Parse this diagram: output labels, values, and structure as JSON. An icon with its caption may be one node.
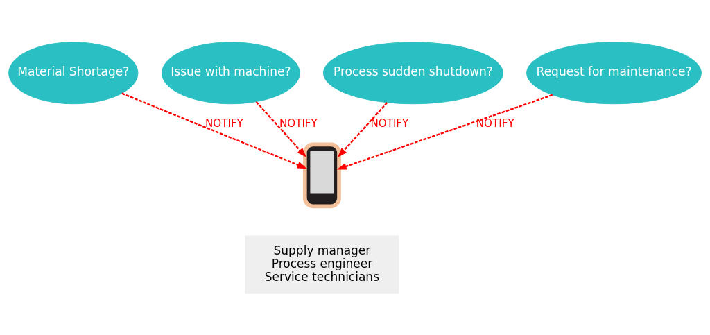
{
  "diagram": {
    "nodes": [
      {
        "text": [
          "Material Shortage?"
        ]
      },
      {
        "text": [
          "Issue with machine?"
        ]
      },
      {
        "text": [
          "Process sudden shutdown?"
        ]
      },
      {
        "text": [
          "Request for maintenance?"
        ]
      },
      {
        "text": [],
        "shape": "picture"
      },
      {
        "text": [
          "Supply manager",
          "Process engineer",
          "Service technicians"
        ]
      }
    ],
    "edges": [
      {
        "from": 0,
        "to": 4,
        "arrow": "to",
        "label": "NOTIFY",
        "style": "dashed",
        "color": "#ff0000"
      },
      {
        "from": 1,
        "to": 4,
        "arrow": "to",
        "label": "NOTIFY",
        "style": "dashed",
        "color": "#ff0000"
      },
      {
        "from": 2,
        "to": 4,
        "arrow": "to",
        "label": "NOTIFY",
        "style": "dashed",
        "color": "#ff0000"
      },
      {
        "from": 3,
        "to": 4,
        "arrow": "to",
        "label": "NOTIFY",
        "style": "dashed",
        "color": "#ff0000"
      }
    ]
  }
}
